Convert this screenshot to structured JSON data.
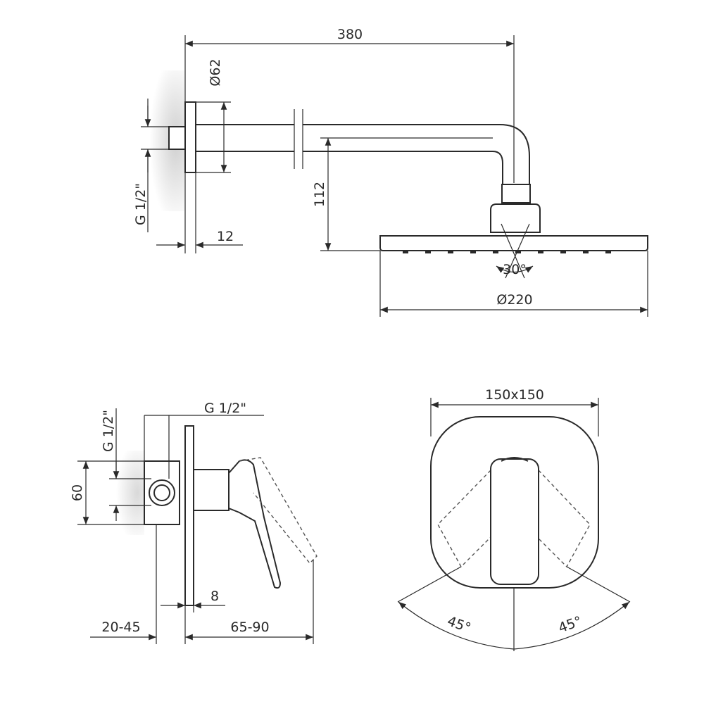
{
  "shower_arm": {
    "length": "380",
    "flange_diameter": "Ø62",
    "thread": "G 1/2\"",
    "drop": "112",
    "flange_depth": "12",
    "spray_angle": "30°",
    "head_diameter": "Ø220"
  },
  "mixer_side": {
    "thread_vertical": "G 1/2\"",
    "thread_horizontal": "G 1/2\"",
    "height": "60",
    "plate_thickness": "8",
    "embed_depth": "20-45",
    "projection": "65-90"
  },
  "mixer_front": {
    "plate_size": "150x150",
    "rotation_left": "45°",
    "rotation_right": "45°"
  }
}
